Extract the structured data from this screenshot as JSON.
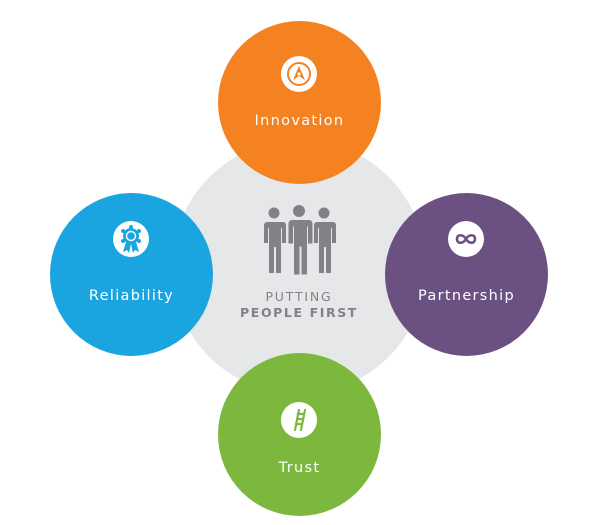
{
  "center": {
    "line1": "PUTTING",
    "line2": "PEOPLE FIRST",
    "icon": "people-icon",
    "color": "#e6e7e8",
    "icon_color": "#808285"
  },
  "values": {
    "innovation": {
      "label": "Innovation",
      "color": "#f58220",
      "icon": "compass-icon"
    },
    "reliability": {
      "label": "Reliability",
      "color": "#1ba5e0",
      "icon": "award-ribbon-icon"
    },
    "partnership": {
      "label": "Partnership",
      "color": "#6a5181",
      "icon": "infinity-icon"
    },
    "trust": {
      "label": "Trust",
      "color": "#7cb83e",
      "icon": "ladder-icon"
    }
  }
}
